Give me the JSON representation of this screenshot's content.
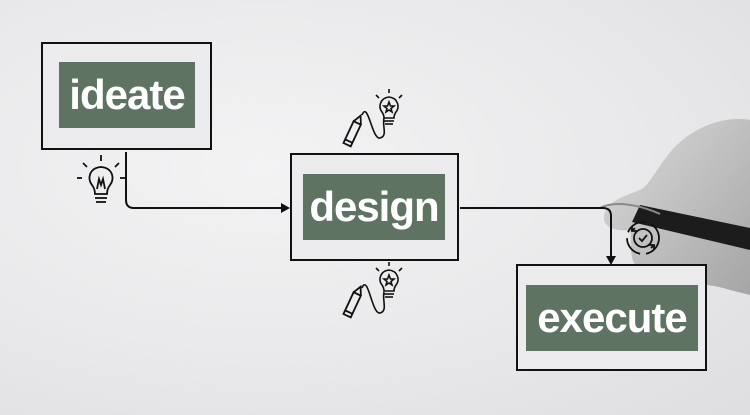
{
  "diagram": {
    "nodes": [
      {
        "id": "ideate",
        "label": "ideate"
      },
      {
        "id": "design",
        "label": "design"
      },
      {
        "id": "execute",
        "label": "execute"
      }
    ],
    "edges": [
      {
        "from": "ideate",
        "to": "design"
      },
      {
        "from": "design",
        "to": "execute"
      }
    ],
    "icons": [
      "lightbulb-icon",
      "pencil-icon",
      "lightbulb-star-icon",
      "gear-check-icon",
      "hand-holding-pen"
    ]
  },
  "colors": {
    "label_fill": "#5f7363",
    "label_text": "#ffffff",
    "line": "#111111"
  }
}
